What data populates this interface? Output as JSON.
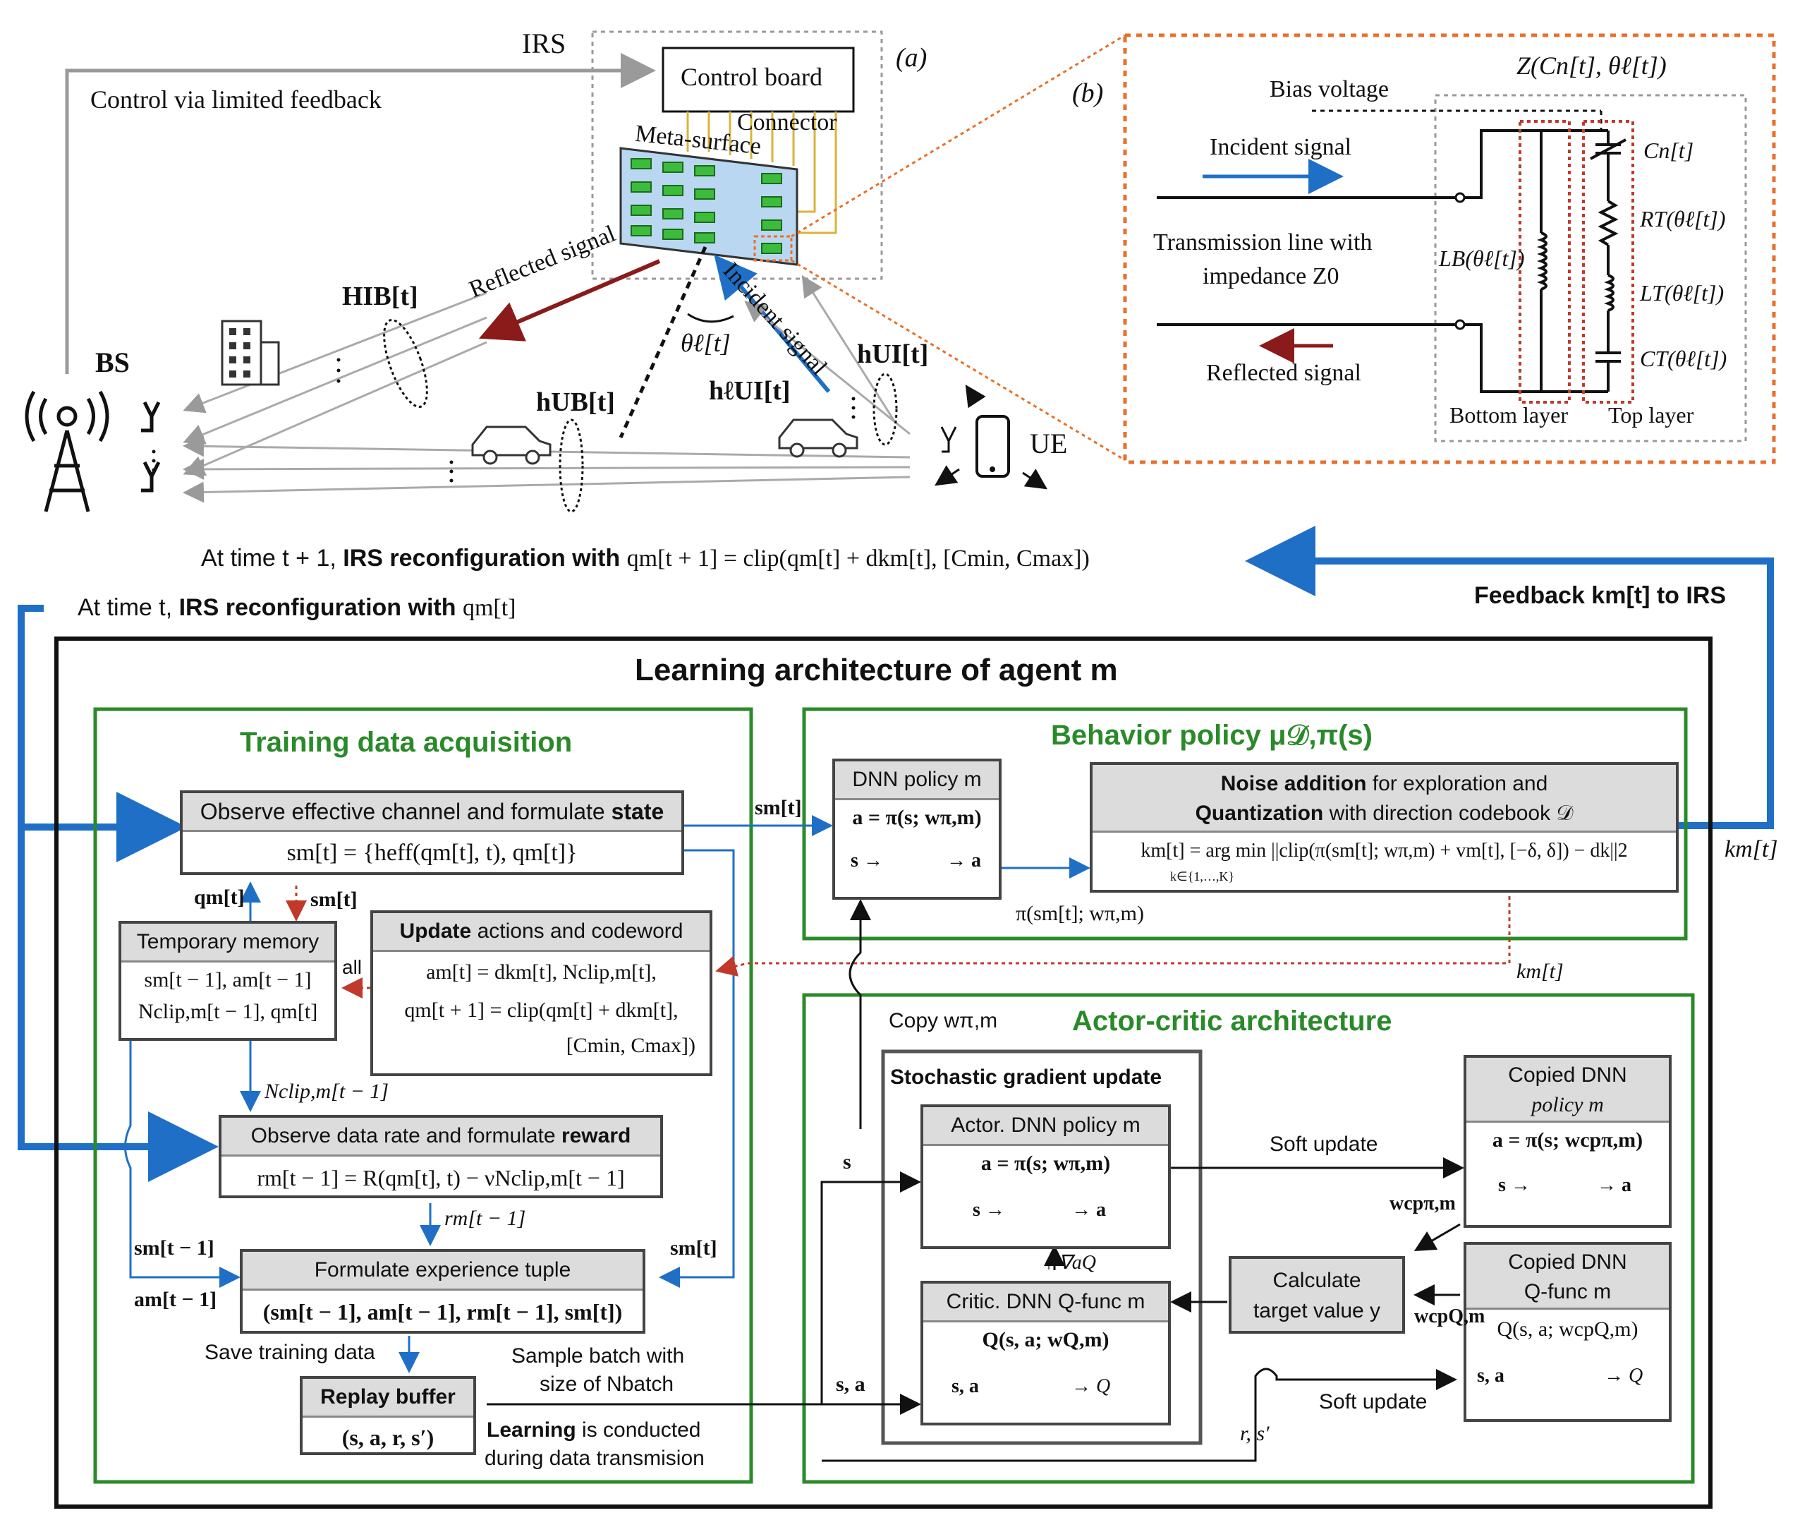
{
  "top": {
    "irs_label": "IRS",
    "control_feedback": "Control via limited feedback",
    "control_board": "Control board",
    "connector": "Connector",
    "meta_surface": "Meta-surface",
    "label_a": "(a)",
    "reflected_signal": "Reflected signal",
    "incident_signal": "Incident signal",
    "theta": "θℓ[t]",
    "bs": "BS",
    "ue": "UE",
    "h_ib": "HIB[t]",
    "h_ub": "hUB[t]",
    "h_ui_l": "hℓUI[t]",
    "h_ui": "hUI[t]"
  },
  "circuit": {
    "label_b": "(b)",
    "impedance": "Z(Cn[t], θℓ[t])",
    "bias_voltage": "Bias voltage",
    "incident_signal": "Incident signal",
    "tline_1": "Transmission line with",
    "tline_2": "impedance Z0",
    "reflected_signal": "Reflected signal",
    "lb": "LB(θℓ[t])",
    "cn": "Cn[t]",
    "rt": "RT(θℓ[t])",
    "lt": "LT(θℓ[t])",
    "ct": "CT(θℓ[t])",
    "bottom_layer": "Bottom layer",
    "top_layer": "Top layer"
  },
  "timeline": {
    "t1_prefix": "At time  t + 1,",
    "t1_bold": "IRS reconfiguration with",
    "t1_formula": "qm[t + 1] = clip(qm[t] + dkm[t], [Cmin, Cmax])",
    "t_prefix": "At time  t,",
    "t_bold": "IRS reconfiguration with",
    "t_formula": "qm[t]",
    "feedback": "Feedback km[t] to IRS",
    "km_right": "km[t]"
  },
  "agent": {
    "title": "Learning architecture of agent m",
    "training": {
      "title": "Training data acquisition",
      "observe_state_header_1": "Observe effective channel and formulate",
      "observe_state_header_bold": "state",
      "observe_state_formula": "sm[t] = {heff(qm[t], t), qm[t]}",
      "qm": "qm[t]",
      "sm": "sm[t]",
      "temp_memory": "Temporary memory",
      "temp_line1": "sm[t − 1], am[t − 1]",
      "temp_line2": "Nclip,m[t − 1], qm[t]",
      "all": "all",
      "update_header_bold": "Update",
      "update_header_rest": "actions and codeword",
      "update_line1": "am[t] = dkm[t],   Nclip,m[t],",
      "update_line2": "qm[t + 1] = clip(qm[t] + dkm[t],",
      "update_line3": "[Cmin, Cmax])",
      "nclip": "Nclip,m[t − 1]",
      "reward_header_1": "Observe data rate and formulate",
      "reward_header_bold": "reward",
      "reward_formula": "rm[t − 1] = R(qm[t], t) − νNclip,m[t − 1]",
      "rm": "rm[t − 1]",
      "sm_prev": "sm[t − 1]",
      "am_prev": "am[t − 1]",
      "sm_right": "sm[t]",
      "tuple_header": "Formulate experience tuple",
      "tuple_formula": "(sm[t − 1], am[t − 1], rm[t − 1], sm[t])",
      "save": "Save training data",
      "replay_header": "Replay buffer",
      "replay_formula": "(s, a, r, s′)",
      "sample_1": "Sample batch with",
      "sample_2": "size of Nbatch",
      "learning_bold": "Learning",
      "learning_rest": "is conducted",
      "learning_2": "during data transmision"
    },
    "behavior": {
      "title": "Behavior policy  μ𝒟,π(s)",
      "dnn_header": "DNN policy m",
      "dnn_formula": "a = π(s; wπ,m)",
      "s_in": "s →",
      "a_out": "→ a",
      "sm_in": "sm[t]",
      "pi_out": "π(sm[t]; wπ,m)",
      "noise_bold": "Noise addition",
      "noise_rest": "for exploration and",
      "quant_bold": "Quantization",
      "quant_rest": "with direction codebook 𝒟",
      "km_formula": "km[t] = arg min  ||clip(π(sm[t]; wπ,m) + vm[t], [−δ, δ]) − dk||2",
      "km_sub": "k∈{1,…,K}",
      "km_out": "km[t]"
    },
    "actor_critic": {
      "title": "Actor-critic architecture",
      "copy": "Copy wπ,m",
      "sgd": "Stochastic gradient update",
      "actor_header": "Actor. DNN policy m",
      "actor_formula": "a = π(s; wπ,m)",
      "grad": "↑ ∇aQ",
      "critic_header": "Critic. DNN Q-func m",
      "critic_formula": "Q(s, a; wQ,m)",
      "s_label": "s",
      "sa_label": "s, a",
      "rs_label": "r, s′",
      "soft_update_1": "Soft update",
      "soft_update_2": "Soft update",
      "target_1": "Calculate",
      "target_2": "target value y",
      "copied_policy_1": "Copied DNN",
      "copied_policy_2": "policy m",
      "copied_policy_formula": "a = π(s; wcpπ,m)",
      "w_pi_cp": "wcpπ,m",
      "copied_q_1": "Copied DNN",
      "copied_q_2": "Q-func m",
      "copied_q_formula": "Q(s, a; wcpQ,m)",
      "w_q_cp": "wcpQ,m",
      "q_out": "→ Q",
      "a_out": "→ a"
    }
  },
  "colors": {
    "blue": "#1f6fc7",
    "green": "#2a8a2a",
    "red": "#c0392b",
    "orange": "#e8702a",
    "dark_red": "#8b1a1a",
    "gray": "#9a9a9a"
  }
}
